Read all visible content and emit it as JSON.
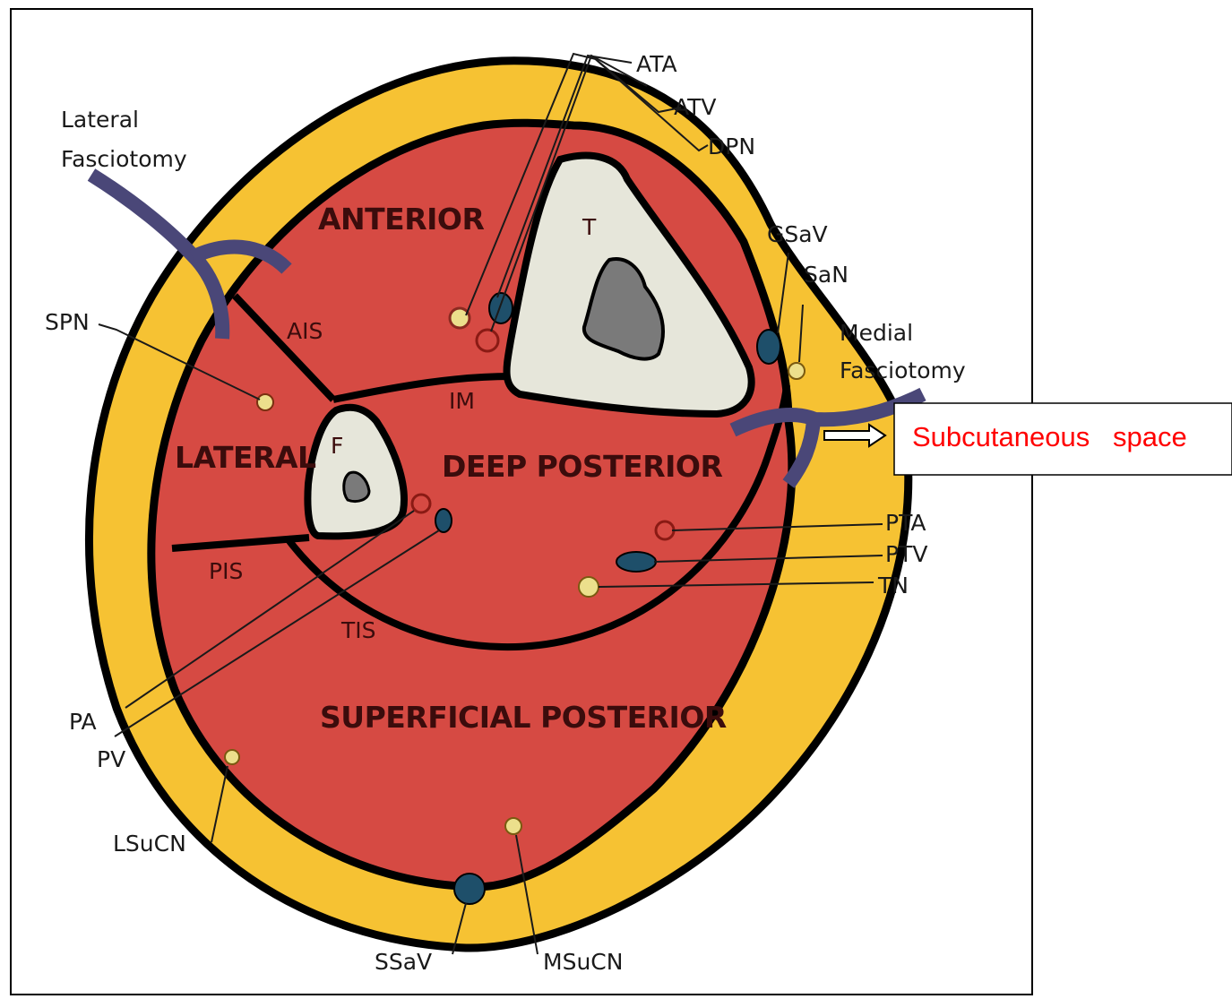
{
  "compartments": {
    "anterior": "ANTERIOR",
    "lateral": "LATERAL",
    "deep_posterior": "DEEP POSTERIOR",
    "superficial_posterior": "SUPERFICIAL POSTERIOR"
  },
  "bones": {
    "tibia": "T",
    "fibula": "F"
  },
  "septa": {
    "ais": "AIS",
    "im": "IM",
    "pis": "PIS",
    "tis": "TIS"
  },
  "structures": {
    "ata": "ATA",
    "atv": "ATV",
    "dpn": "DPN",
    "gsav": "GSaV",
    "san": "SaN",
    "spn": "SPN",
    "pta": "PTA",
    "ptv": "PTV",
    "tn": "TN",
    "pa": "PA",
    "pv": "PV",
    "lsucn": "LSuCN",
    "ssav": "SSaV",
    "msucn": "MSuCN"
  },
  "procedures": {
    "lateral_line1": "Lateral",
    "lateral_line2": "Fasciotomy",
    "medial_line1": "Medial",
    "medial_line2": "Fasciotomy"
  },
  "callout": {
    "text": "Subcutaneous   space"
  },
  "colors": {
    "muscle": "#d64a43",
    "fat": "#f6c233",
    "bone": "#e6e6da",
    "marrow": "#7a7a7a",
    "outline": "#000000",
    "incision": "#4a4778",
    "vein": "#1e4f6a",
    "nerve": "#ecdf8c",
    "callout_text": "#ff0000"
  }
}
